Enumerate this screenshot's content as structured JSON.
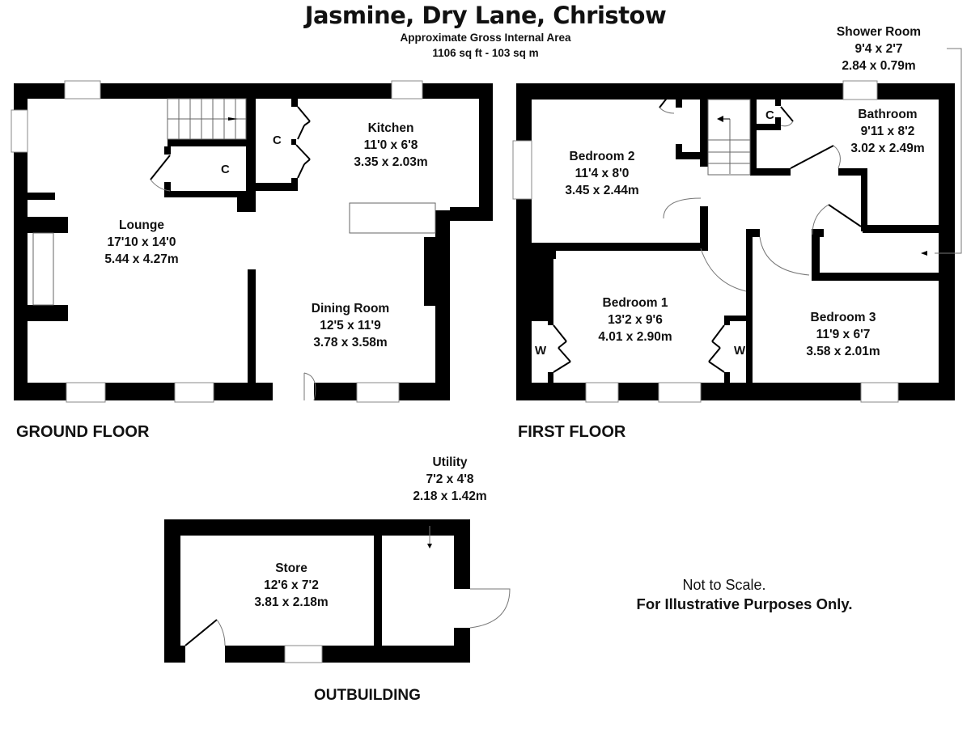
{
  "header": {
    "title": "Jasmine, Dry Lane, Christow",
    "subtitle": "Approximate Gross Internal Area",
    "area": "1106 sq ft - 103 sq m"
  },
  "ground_floor": {
    "label": "GROUND FLOOR",
    "rooms": [
      {
        "name": "Lounge",
        "imperial": "17'10 x 14'0",
        "metric": "5.44 x 4.27m"
      },
      {
        "name": "Kitchen",
        "imperial": "11'0 x 6'8",
        "metric": "3.35 x 2.03m"
      },
      {
        "name": "Dining Room",
        "imperial": "12'5 x 11'9",
        "metric": "3.78 x 3.58m"
      }
    ],
    "cupboards": [
      "C",
      "C"
    ]
  },
  "first_floor": {
    "label": "FIRST FLOOR",
    "rooms": [
      {
        "name": "Bedroom 2",
        "imperial": "11'4 x 8'0",
        "metric": "3.45 x 2.44m"
      },
      {
        "name": "Bathroom",
        "imperial": "9'11 x 8'2",
        "metric": "3.02 x 2.49m"
      },
      {
        "name": "Bedroom 1",
        "imperial": "13'2 x 9'6",
        "metric": "4.01 x 2.90m"
      },
      {
        "name": "Bedroom 3",
        "imperial": "11'9 x 6'7",
        "metric": "3.58 x 2.01m"
      }
    ],
    "shower_room": {
      "name": "Shower Room",
      "imperial": "9'4 x 2'7",
      "metric": "2.84 x 0.79m"
    },
    "cupboards": [
      "C"
    ],
    "wardrobes": [
      "W",
      "W"
    ]
  },
  "outbuilding": {
    "label": "OUTBUILDING",
    "rooms": [
      {
        "name": "Store",
        "imperial": "12'6 x 7'2",
        "metric": "3.81 x 2.18m"
      }
    ],
    "utility": {
      "name": "Utility",
      "imperial": "7'2 x 4'8",
      "metric": "2.18 x 1.42m"
    }
  },
  "notes": {
    "line1": "Not to Scale.",
    "line2": "For Illustrative Purposes Only."
  },
  "colors": {
    "wall": "#000000",
    "window": "#ffffff",
    "line": "#777777"
  }
}
